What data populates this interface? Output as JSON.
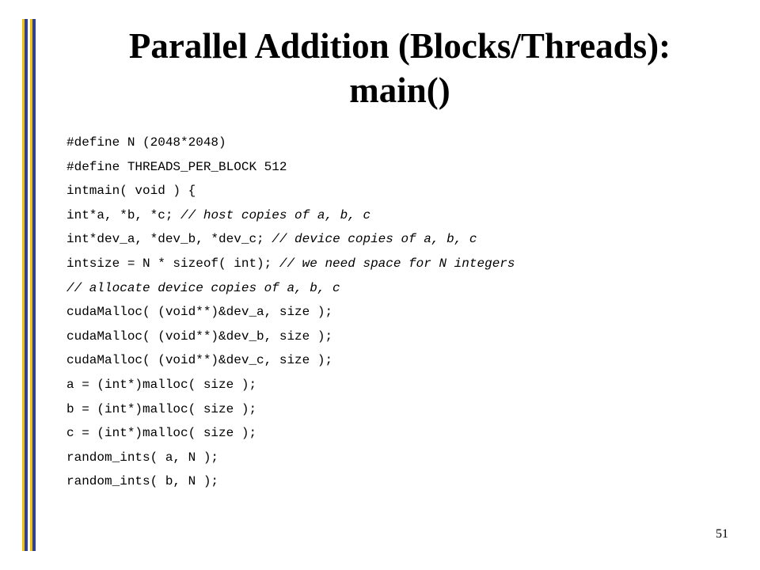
{
  "slide": {
    "title_line1": "Parallel Addition (Blocks/Threads):",
    "title_line2": "main()",
    "page_number": "51",
    "colors": {
      "accent_yellow": "#F2C200",
      "accent_blue": "#2E3FA3",
      "text": "#000000",
      "background": "#FFFFFF"
    }
  },
  "code": [
    {
      "code": "#define N (2048*2048)",
      "comment": ""
    },
    {
      "code": "#define THREADS_PER_BLOCK 512",
      "comment": ""
    },
    {
      "code": "intmain( void ) {",
      "comment": ""
    },
    {
      "code": "int*a, *b, *c; ",
      "comment": "// host copies of a, b, c"
    },
    {
      "code": "int*dev_a, *dev_b, *dev_c; ",
      "comment": "// device copies of a, b, c"
    },
    {
      "code": "intsize = N * sizeof( int); ",
      "comment": "// we need space for N integers"
    },
    {
      "code": "",
      "comment": "// allocate device copies of a, b, c"
    },
    {
      "code": "cudaMalloc( (void**)&dev_a, size );",
      "comment": ""
    },
    {
      "code": "cudaMalloc( (void**)&dev_b, size );",
      "comment": ""
    },
    {
      "code": "cudaMalloc( (void**)&dev_c, size );",
      "comment": ""
    },
    {
      "code": "a = (int*)malloc( size );",
      "comment": ""
    },
    {
      "code": "b = (int*)malloc( size );",
      "comment": ""
    },
    {
      "code": "c = (int*)malloc( size );",
      "comment": ""
    },
    {
      "code": "random_ints( a, N );",
      "comment": ""
    },
    {
      "code": "random_ints( b, N );",
      "comment": ""
    }
  ]
}
